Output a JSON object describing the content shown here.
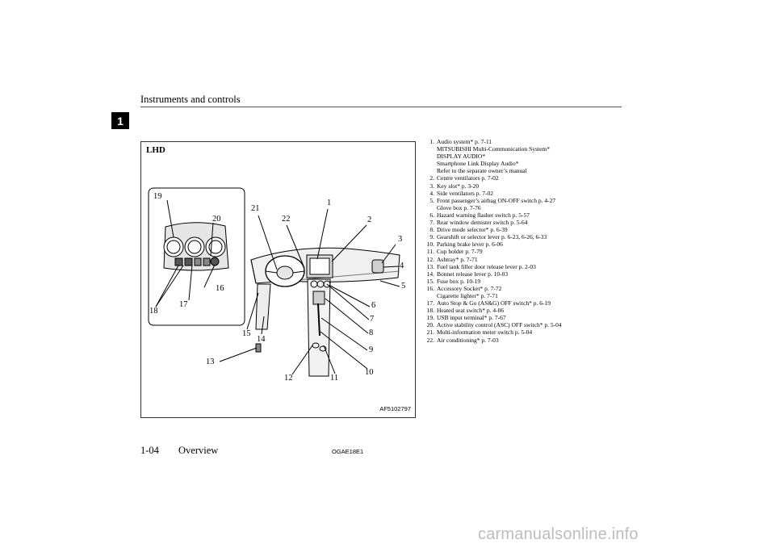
{
  "header": {
    "section_title": "Instruments and controls",
    "chapter_number": "1"
  },
  "figure": {
    "label": "LHD",
    "code": "AF5102797",
    "callouts": [
      "1",
      "2",
      "3",
      "4",
      "5",
      "6",
      "7",
      "8",
      "9",
      "10",
      "11",
      "12",
      "13",
      "14",
      "15",
      "16",
      "17",
      "18",
      "19",
      "20",
      "21",
      "22"
    ]
  },
  "legend": [
    {
      "num": "1.",
      "lines": [
        "Audio system* p. 7-11",
        "MITSUBISHI Multi-Communication System*",
        "DISPLAY AUDIO*",
        "Smartphone Link Display Audio*",
        "Refer to the separate owner’s manual"
      ]
    },
    {
      "num": "2.",
      "lines": [
        "Centre ventilators p. 7-02"
      ]
    },
    {
      "num": "3.",
      "lines": [
        "Key slot* p. 3-20"
      ]
    },
    {
      "num": "4.",
      "lines": [
        "Side ventilators p. 7-02"
      ]
    },
    {
      "num": "5.",
      "lines": [
        "Front passenger’s airbag ON-OFF switch p. 4-27",
        "Glove box p. 7-76"
      ]
    },
    {
      "num": "6.",
      "lines": [
        "Hazard warning flasher switch p. 5-57"
      ]
    },
    {
      "num": "7.",
      "lines": [
        "Rear window demister switch p. 5-64"
      ]
    },
    {
      "num": "8.",
      "lines": [
        "Drive mode selector* p. 6-39"
      ]
    },
    {
      "num": "9.",
      "lines": [
        "Gearshift or selector lever p. 6-23, 6-26, 6-33"
      ]
    },
    {
      "num": "10.",
      "lines": [
        "Parking brake lever p. 6-06"
      ]
    },
    {
      "num": "11.",
      "lines": [
        "Cup holder p. 7-79"
      ]
    },
    {
      "num": "12.",
      "lines": [
        "Ashtray* p. 7-71"
      ]
    },
    {
      "num": "13.",
      "lines": [
        "Fuel tank filler door release lever p. 2-03"
      ]
    },
    {
      "num": "14.",
      "lines": [
        "Bonnet release lever p. 10-03"
      ]
    },
    {
      "num": "15.",
      "lines": [
        "Fuse box p. 10-19"
      ]
    },
    {
      "num": "16.",
      "lines": [
        "Accessory Socket* p. 7-72",
        "Cigarette lighter* p. 7-71"
      ]
    },
    {
      "num": "17.",
      "lines": [
        "Auto Stop & Go (AS&G) OFF switch* p. 6-19"
      ]
    },
    {
      "num": "18.",
      "lines": [
        "Heated seat switch* p. 4-06"
      ]
    },
    {
      "num": "19.",
      "lines": [
        "USB input terminal* p. 7-67"
      ]
    },
    {
      "num": "20.",
      "lines": [
        "Active stability control (ASC) OFF switch* p. 5-04"
      ]
    },
    {
      "num": "21.",
      "lines": [
        "Multi-information meter switch p. 5-04"
      ]
    },
    {
      "num": "22.",
      "lines": [
        "Air conditioning* p. 7-03"
      ]
    }
  ],
  "footer": {
    "page_number": "1-04",
    "section_name": "Overview",
    "doc_code": "OGAE18E1"
  },
  "watermark": "carmanualsonline.info"
}
